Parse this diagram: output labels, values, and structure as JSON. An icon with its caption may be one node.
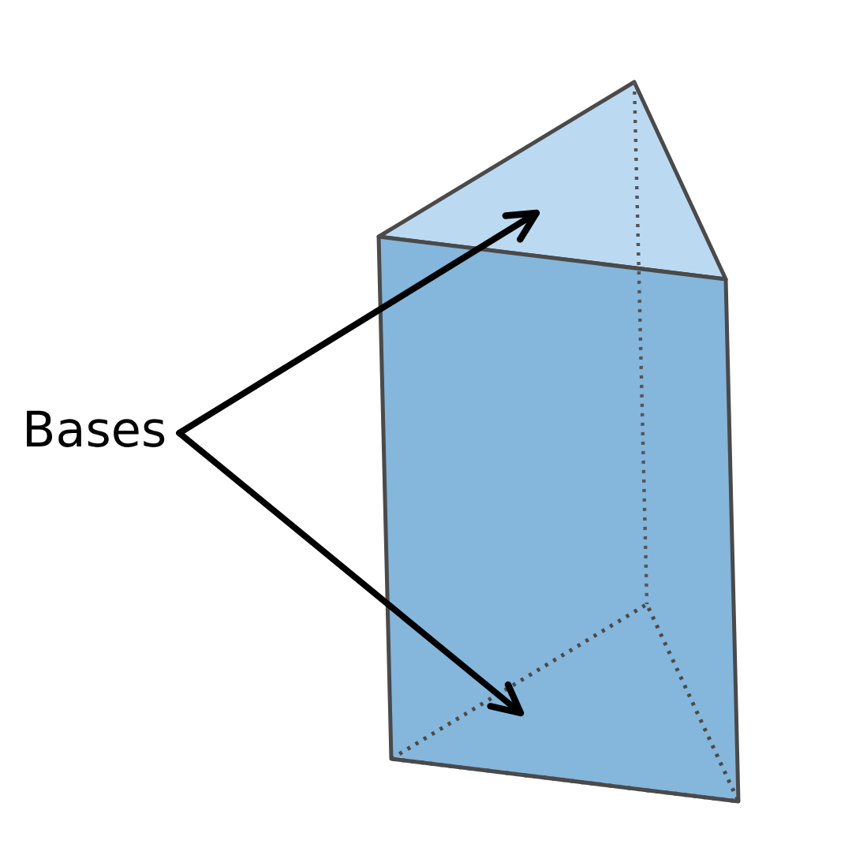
{
  "diagram": {
    "nodes": [
      {
        "text": [
          "Bases"
        ]
      },
      {
        "text": [],
        "shape": "triangle"
      },
      {
        "text": [],
        "shape": "triangle"
      }
    ],
    "edges": [
      {
        "from": 0,
        "to": 1,
        "arrow": "to"
      },
      {
        "from": 0,
        "to": 2,
        "arrow": "to"
      }
    ]
  }
}
